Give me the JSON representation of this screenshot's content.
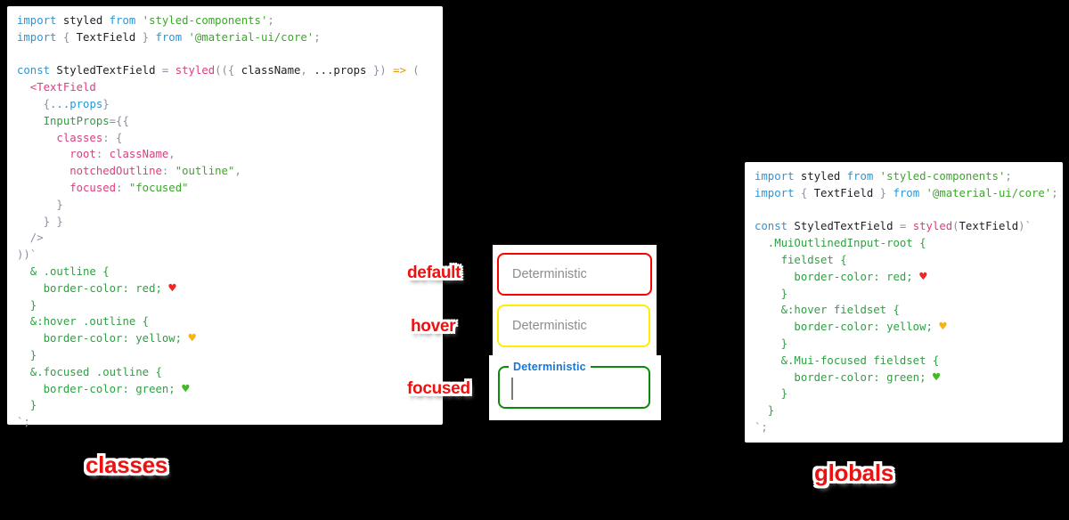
{
  "background": "#000000",
  "annotations": {
    "default": "default",
    "hover": "hover",
    "focused": "focused",
    "classes": "classes",
    "globals": "globals"
  },
  "demo": {
    "default_field": {
      "placeholder": "Deterministic",
      "border_color": "red"
    },
    "hover_field": {
      "placeholder": "Deterministic",
      "border_color": "yellow"
    },
    "focused_field": {
      "label": "Deterministic",
      "value": "",
      "border_color": "green"
    }
  },
  "icons": {
    "red_heart": "♥",
    "yellow_heart": "♥",
    "green_heart": "♥"
  },
  "colors": {
    "keyword_blue": "#2e95d3",
    "string_green": "#3da52b",
    "css_green": "#2fa043",
    "function_pink": "#dc3d7f",
    "arrow_orange": "#e9950c",
    "punct_gray": "#8a919e",
    "plain_black": "#1b1f24",
    "annotation_red": "#ee1111",
    "mui_label_blue": "#1976d2",
    "placeholder_gray": "#8c8c8c",
    "border_red": "#ff0000",
    "border_yellow": "#ffee00",
    "border_green": "#0a8a0a"
  },
  "code_panels": {
    "classes": {
      "lines": [
        [
          {
            "c": "k",
            "t": "import"
          },
          {
            "c": "d",
            "t": " styled "
          },
          {
            "c": "k",
            "t": "from"
          },
          {
            "c": "s",
            "t": " 'styled-components'"
          },
          {
            "c": "m",
            "t": ";"
          }
        ],
        [
          {
            "c": "k",
            "t": "import"
          },
          {
            "c": "m",
            "t": " { "
          },
          {
            "c": "d",
            "t": "TextField"
          },
          {
            "c": "m",
            "t": " } "
          },
          {
            "c": "k",
            "t": "from"
          },
          {
            "c": "s",
            "t": " '@material-ui/core'"
          },
          {
            "c": "m",
            "t": ";"
          }
        ],
        [],
        [
          {
            "c": "k",
            "t": "const"
          },
          {
            "c": "d",
            "t": " StyledTextField "
          },
          {
            "c": "m",
            "t": "= "
          },
          {
            "c": "p",
            "t": "styled"
          },
          {
            "c": "m",
            "t": "(({ "
          },
          {
            "c": "d",
            "t": "className"
          },
          {
            "c": "m",
            "t": ", "
          },
          {
            "c": "d",
            "t": "...props"
          },
          {
            "c": "m",
            "t": " }) "
          },
          {
            "c": "o",
            "t": "=>"
          },
          {
            "c": "m",
            "t": " ("
          }
        ],
        [
          {
            "c": "p",
            "t": "  <TextField"
          }
        ],
        [
          {
            "c": "m",
            "t": "    {"
          },
          {
            "c": "k",
            "t": "...props"
          },
          {
            "c": "m",
            "t": "}"
          }
        ],
        [
          {
            "c": "g",
            "t": "    InputProps"
          },
          {
            "c": "m",
            "t": "={{"
          }
        ],
        [
          {
            "c": "p",
            "t": "      classes"
          },
          {
            "c": "m",
            "t": ": {"
          }
        ],
        [
          {
            "c": "p",
            "t": "        root"
          },
          {
            "c": "m",
            "t": ": "
          },
          {
            "c": "p",
            "t": "className"
          },
          {
            "c": "m",
            "t": ","
          }
        ],
        [
          {
            "c": "p",
            "t": "        notchedOutline"
          },
          {
            "c": "m",
            "t": ": "
          },
          {
            "c": "s",
            "t": "\"outline\""
          },
          {
            "c": "m",
            "t": ","
          }
        ],
        [
          {
            "c": "p",
            "t": "        focused"
          },
          {
            "c": "m",
            "t": ": "
          },
          {
            "c": "s",
            "t": "\"focused\""
          }
        ],
        [
          {
            "c": "m",
            "t": "      }"
          }
        ],
        [
          {
            "c": "m",
            "t": "    } }"
          }
        ],
        [
          {
            "c": "m",
            "t": "  />"
          }
        ],
        [
          {
            "c": "m",
            "t": "))`"
          }
        ],
        [
          {
            "c": "g",
            "t": "  & .outline {"
          }
        ],
        [
          {
            "c": "g",
            "t": "    border-color: red; "
          },
          {
            "c": "hr",
            "t": "♥"
          }
        ],
        [
          {
            "c": "g",
            "t": "  }"
          }
        ],
        [
          {
            "c": "g",
            "t": "  &:hover .outline {"
          }
        ],
        [
          {
            "c": "g",
            "t": "    border-color: yellow; "
          },
          {
            "c": "hy",
            "t": "♥"
          }
        ],
        [
          {
            "c": "g",
            "t": "  }"
          }
        ],
        [
          {
            "c": "g",
            "t": "  &.focused .outline {"
          }
        ],
        [
          {
            "c": "g",
            "t": "    border-color: green; "
          },
          {
            "c": "hg",
            "t": "♥"
          }
        ],
        [
          {
            "c": "g",
            "t": "  }"
          }
        ],
        [
          {
            "c": "m",
            "t": "`;"
          }
        ]
      ]
    },
    "globals": {
      "lines": [
        [
          {
            "c": "k",
            "t": "import"
          },
          {
            "c": "d",
            "t": " styled "
          },
          {
            "c": "k",
            "t": "from"
          },
          {
            "c": "s",
            "t": " 'styled-components'"
          },
          {
            "c": "m",
            "t": ";"
          }
        ],
        [
          {
            "c": "k",
            "t": "import"
          },
          {
            "c": "m",
            "t": " { "
          },
          {
            "c": "d",
            "t": "TextField"
          },
          {
            "c": "m",
            "t": " } "
          },
          {
            "c": "k",
            "t": "from"
          },
          {
            "c": "s",
            "t": " '@material-ui/core'"
          },
          {
            "c": "m",
            "t": ";"
          }
        ],
        [],
        [
          {
            "c": "k",
            "t": "const"
          },
          {
            "c": "d",
            "t": " StyledTextField "
          },
          {
            "c": "m",
            "t": "= "
          },
          {
            "c": "p",
            "t": "styled"
          },
          {
            "c": "m",
            "t": "("
          },
          {
            "c": "d",
            "t": "TextField"
          },
          {
            "c": "m",
            "t": ")`"
          }
        ],
        [
          {
            "c": "g",
            "t": "  .MuiOutlinedInput-root {"
          }
        ],
        [
          {
            "c": "g",
            "t": "    fieldset {"
          }
        ],
        [
          {
            "c": "g",
            "t": "      border-color: red; "
          },
          {
            "c": "hr",
            "t": "♥"
          }
        ],
        [
          {
            "c": "g",
            "t": "    }"
          }
        ],
        [
          {
            "c": "g",
            "t": "    &:hover fieldset {"
          }
        ],
        [
          {
            "c": "g",
            "t": "      border-color: yellow; "
          },
          {
            "c": "hy",
            "t": "♥"
          }
        ],
        [
          {
            "c": "g",
            "t": "    }"
          }
        ],
        [
          {
            "c": "g",
            "t": "    &.Mui-focused fieldset {"
          }
        ],
        [
          {
            "c": "g",
            "t": "      border-color: green; "
          },
          {
            "c": "hg",
            "t": "♥"
          }
        ],
        [
          {
            "c": "g",
            "t": "    }"
          }
        ],
        [
          {
            "c": "g",
            "t": "  }"
          }
        ],
        [
          {
            "c": "m",
            "t": "`;"
          }
        ]
      ]
    }
  }
}
